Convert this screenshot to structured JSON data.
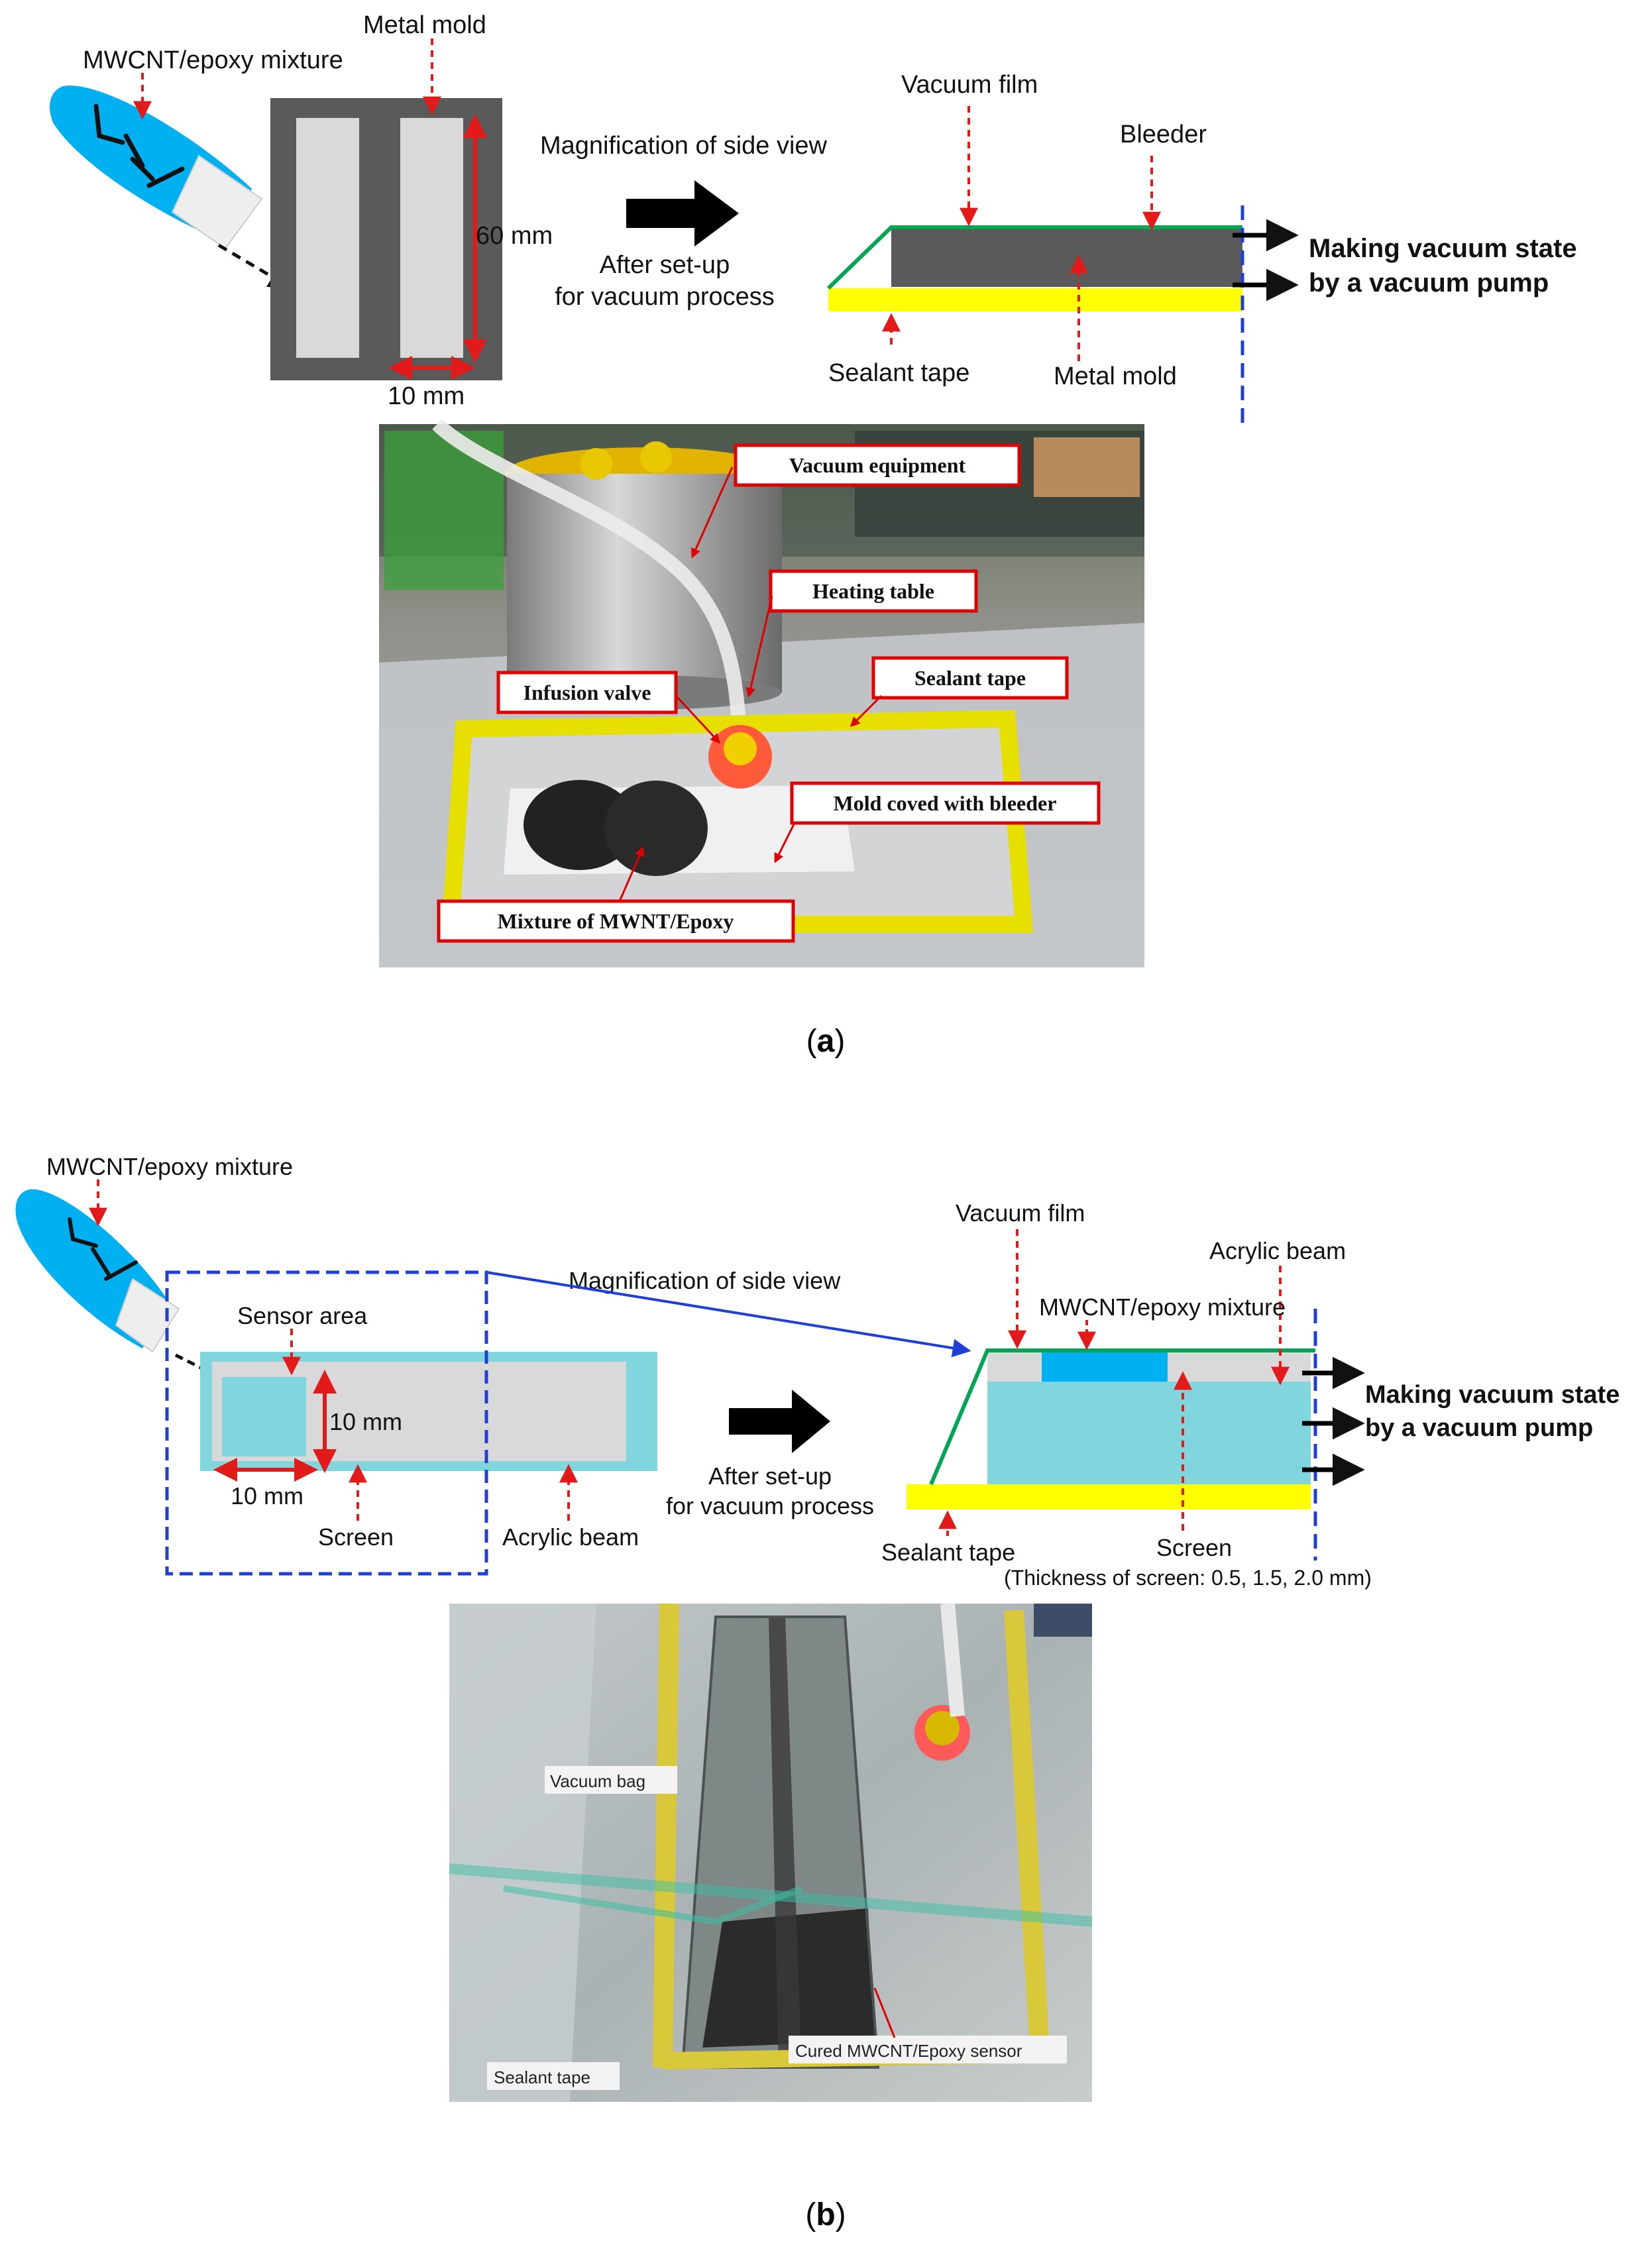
{
  "panel_a": {
    "caption_letter": "a",
    "diagram": {
      "mixture_label": "MWCNT/epoxy mixture",
      "metal_mold_label": "Metal mold",
      "height_dim": "60 mm",
      "width_dim": "10 mm",
      "magnification_label": "Magnification of side view",
      "after_setup_line1": "After set-up",
      "after_setup_line2": "for vacuum process",
      "vacuum_film_label": "Vacuum film",
      "bleeder_label": "Bleeder",
      "sealant_tape_label": "Sealant tape",
      "side_metal_mold_label": "Metal mold",
      "making_vacuum_line1": "Making vacuum state",
      "making_vacuum_line2": "by a vacuum pump"
    },
    "photo": {
      "vacuum_equipment": "Vacuum equipment",
      "heating_table": "Heating table",
      "infusion_valve": "Infusion valve",
      "sealant_tape": "Sealant tape",
      "mold_bleeder": "Mold coved with bleeder",
      "mixture": "Mixture of MWNT/Epoxy"
    }
  },
  "panel_b": {
    "caption_letter": "b",
    "diagram": {
      "mixture_label": "MWCNT/epoxy mixture",
      "magnification_label": "Magnification of side view",
      "sensor_area_label": "Sensor area",
      "height_dim": "10 mm",
      "width_dim": "10 mm",
      "screen_label": "Screen",
      "acrylic_beam_label": "Acrylic beam",
      "after_setup_line1": "After set-up",
      "after_setup_line2": "for vacuum process",
      "vacuum_film_label": "Vacuum film",
      "side_acrylic_beam_label": "Acrylic beam",
      "side_mixture_label": "MWCNT/epoxy mixture",
      "sealant_tape_label": "Sealant tape",
      "side_screen_label": "Screen",
      "thickness_note": "(Thickness of screen: 0.5, 1.5, 2.0 mm)",
      "making_vacuum_line1": "Making vacuum state",
      "making_vacuum_line2": "by a vacuum pump"
    },
    "photo": {
      "vacuum_bag": "Vacuum bag",
      "sealant_tape": "Sealant tape",
      "cured_sensor": "Cured MWCNT/Epoxy sensor"
    }
  },
  "colors": {
    "mold_gray": "#5a5a5a",
    "cavity": "#d9d9d9",
    "red_arrow": "#e21a1a",
    "bag_blue": "#00b0f0",
    "tape_yellow": "#ffff00",
    "film_green": "#00a651",
    "acrylic_cyan": "#80d6dc",
    "dash_blue": "#1f3fd8",
    "callout_border": "#e00000"
  }
}
